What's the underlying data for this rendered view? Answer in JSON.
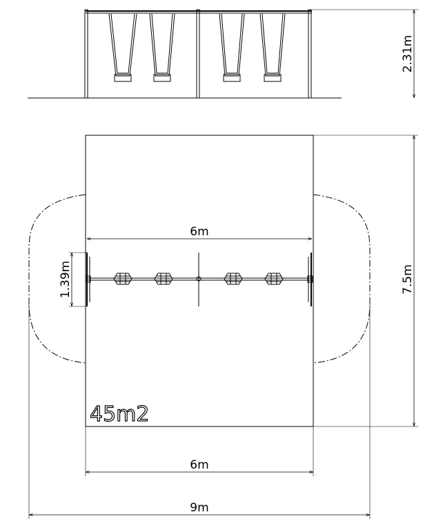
{
  "elevation": {
    "height_label": "2.31m"
  },
  "plan": {
    "beam_length_label": "6m",
    "seat_spacing_label": "1.39m",
    "depth_label": "7.5m",
    "width_label": "6m",
    "overall_width_label": "9m",
    "area_label": "45m2"
  }
}
